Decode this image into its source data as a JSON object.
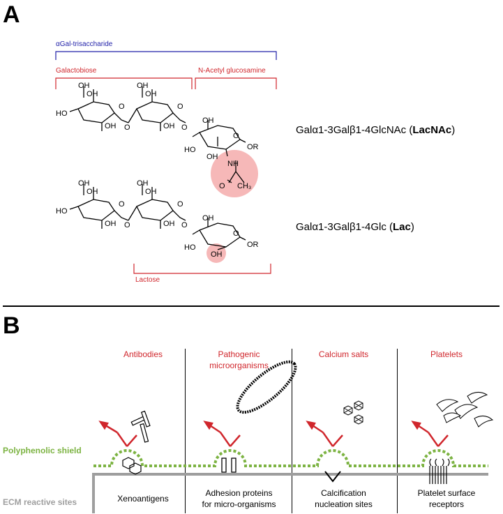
{
  "panel_a": {
    "letter": "A",
    "bracket_trisaccharide": "αGal-trisaccharide",
    "bracket_galactobiose": "Galactobiose",
    "bracket_glucosamine": "N-Acetyl glucosamine",
    "bracket_lactose": "Lactose",
    "formula_lacnac_prefix": "Galα1-3Galβ1-4GlcNAc (",
    "formula_lacnac_bold": "LacNAc",
    "formula_lacnac_suffix": ")",
    "formula_lac_prefix": "Galα1-3Galβ1-4Glc (",
    "formula_lac_bold": "Lac",
    "formula_lac_suffix": ")",
    "atoms": {
      "oh": "OH",
      "ho": "HO",
      "or": "OR",
      "o": "O",
      "nh": "NH",
      "ch3": "CH₃"
    }
  },
  "panel_b": {
    "letter": "B",
    "categories": [
      {
        "label_line1": "Antibodies",
        "label_line2": ""
      },
      {
        "label_line1": "Pathogenic",
        "label_line2": "microorganisms"
      },
      {
        "label_line1": "Calcium salts",
        "label_line2": ""
      },
      {
        "label_line1": "Platelets",
        "label_line2": ""
      }
    ],
    "sites": [
      {
        "line1": "Xenoantigens",
        "line2": ""
      },
      {
        "line1": "Adhesion proteins",
        "line2": "for micro-organisms"
      },
      {
        "line1": "Calcification",
        "line2": "nucleation sites"
      },
      {
        "line1": "Platelet surface",
        "line2": "receptors"
      }
    ],
    "shield_label": "Polyphenolic shield",
    "ecm_label": "ECM reactive sites"
  },
  "colors": {
    "blue": "#1f1fa8",
    "red": "#d0262c",
    "green": "#7cb342",
    "grey": "#9e9e9e",
    "pink": "#f4a6a6"
  }
}
